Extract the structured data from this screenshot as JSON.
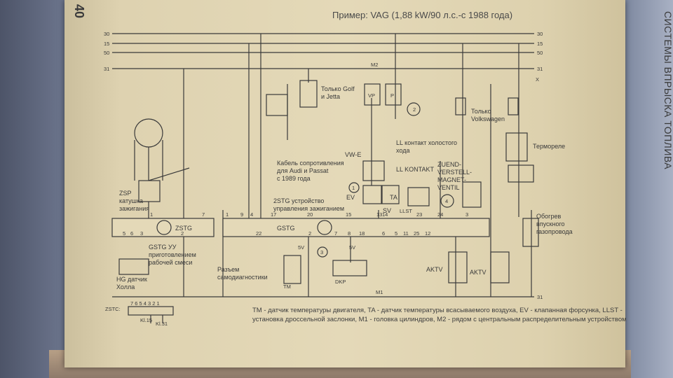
{
  "page_number": "40",
  "header_title": "Пример: VAG (1,88 kW/90 л.с.-с 1988 года)",
  "side_title": "СИСТЕМЫ ВПРЫСКА ТОПЛИВА",
  "bus_labels": {
    "l30": "30",
    "l15": "15",
    "l50": "50",
    "l31": "31",
    "r30": "30",
    "r15": "15",
    "r50": "50",
    "r31": "31",
    "bottom31": "31",
    "x": "X"
  },
  "labels": {
    "m2": "M2",
    "golf_line1": "Только Golf",
    "golf_line2": "и Jetta",
    "vw_line1": "Только",
    "vw_line2": "Volkswagen",
    "relay": "Термореле",
    "ll_line1": "LL контакт холостого",
    "ll_line2": "хода",
    "vwe": "VW-E",
    "cable_line1": "Кабель сопротивления",
    "cable_line2": "для Audi и Passat",
    "cable_line3": "с 1989 года",
    "zsp_line1": "ZSP",
    "zsp_line2": "катушка",
    "zsp_line3": "зажигания",
    "ll_kontakt": "LL KONTAKT",
    "zuend_line1": "ZUEND-",
    "zuend_line2": "VERSTELL-",
    "zuend_line3": "MAGNET-",
    "zuend_line4": "VENTIL",
    "ev": "EV",
    "ta": "TA",
    "sv": "SV",
    "llst": "LLST",
    "gstg_desc1": "2STG устройство",
    "gstg_desc2": "управления зажиганием",
    "zstg": "ZSTG",
    "gstg": "GSTG",
    "heat_line1": "Обогрев",
    "heat_line2": "впускного",
    "heat_line3": "газопровода",
    "gstg_uu1": "GSTG УУ",
    "gstg_uu2": "приготовлением",
    "gstg_uu3": "рабочей смеси",
    "hg1": "HG датчик",
    "hg2": "Холла",
    "diag1": "Разъем",
    "diag2": "самодиагностики",
    "tm": "TM",
    "dkp": "DKP",
    "sv5a": "5V",
    "sv5b": "5V",
    "aktv1": "AKTV",
    "aktv2": "AKTV",
    "m1": "M1",
    "zstc": "ZSTC:",
    "zstc_pins": "7 6 5 4 3 2 1",
    "kl15": "Kl.15",
    "kl31": "Kl.31",
    "n1": "1",
    "n2": "2",
    "n3": "3",
    "n4": "4",
    "vp": "VP",
    "p": "P"
  },
  "pins": {
    "zstg_top": [
      "1",
      "7"
    ],
    "zstg_bottom": [
      "5",
      "6",
      "3",
      "2"
    ],
    "gstg_top": [
      "1",
      "9",
      "4",
      "17",
      "20",
      "15",
      "13",
      "14",
      "23",
      "24",
      "3"
    ],
    "gstg_bottom": [
      "22",
      "2",
      "7",
      "8",
      "18",
      "6",
      "5",
      "11",
      "25",
      "12"
    ]
  },
  "caption": "TM - датчик температуры двигателя, TA - датчик температуры всасываемого воздуха, EV - клапанная форсунка, LLST - установка дроссельной заслонки, M1 - головка цилиндров, M2 - рядом с центральным распределительным устройством"
}
